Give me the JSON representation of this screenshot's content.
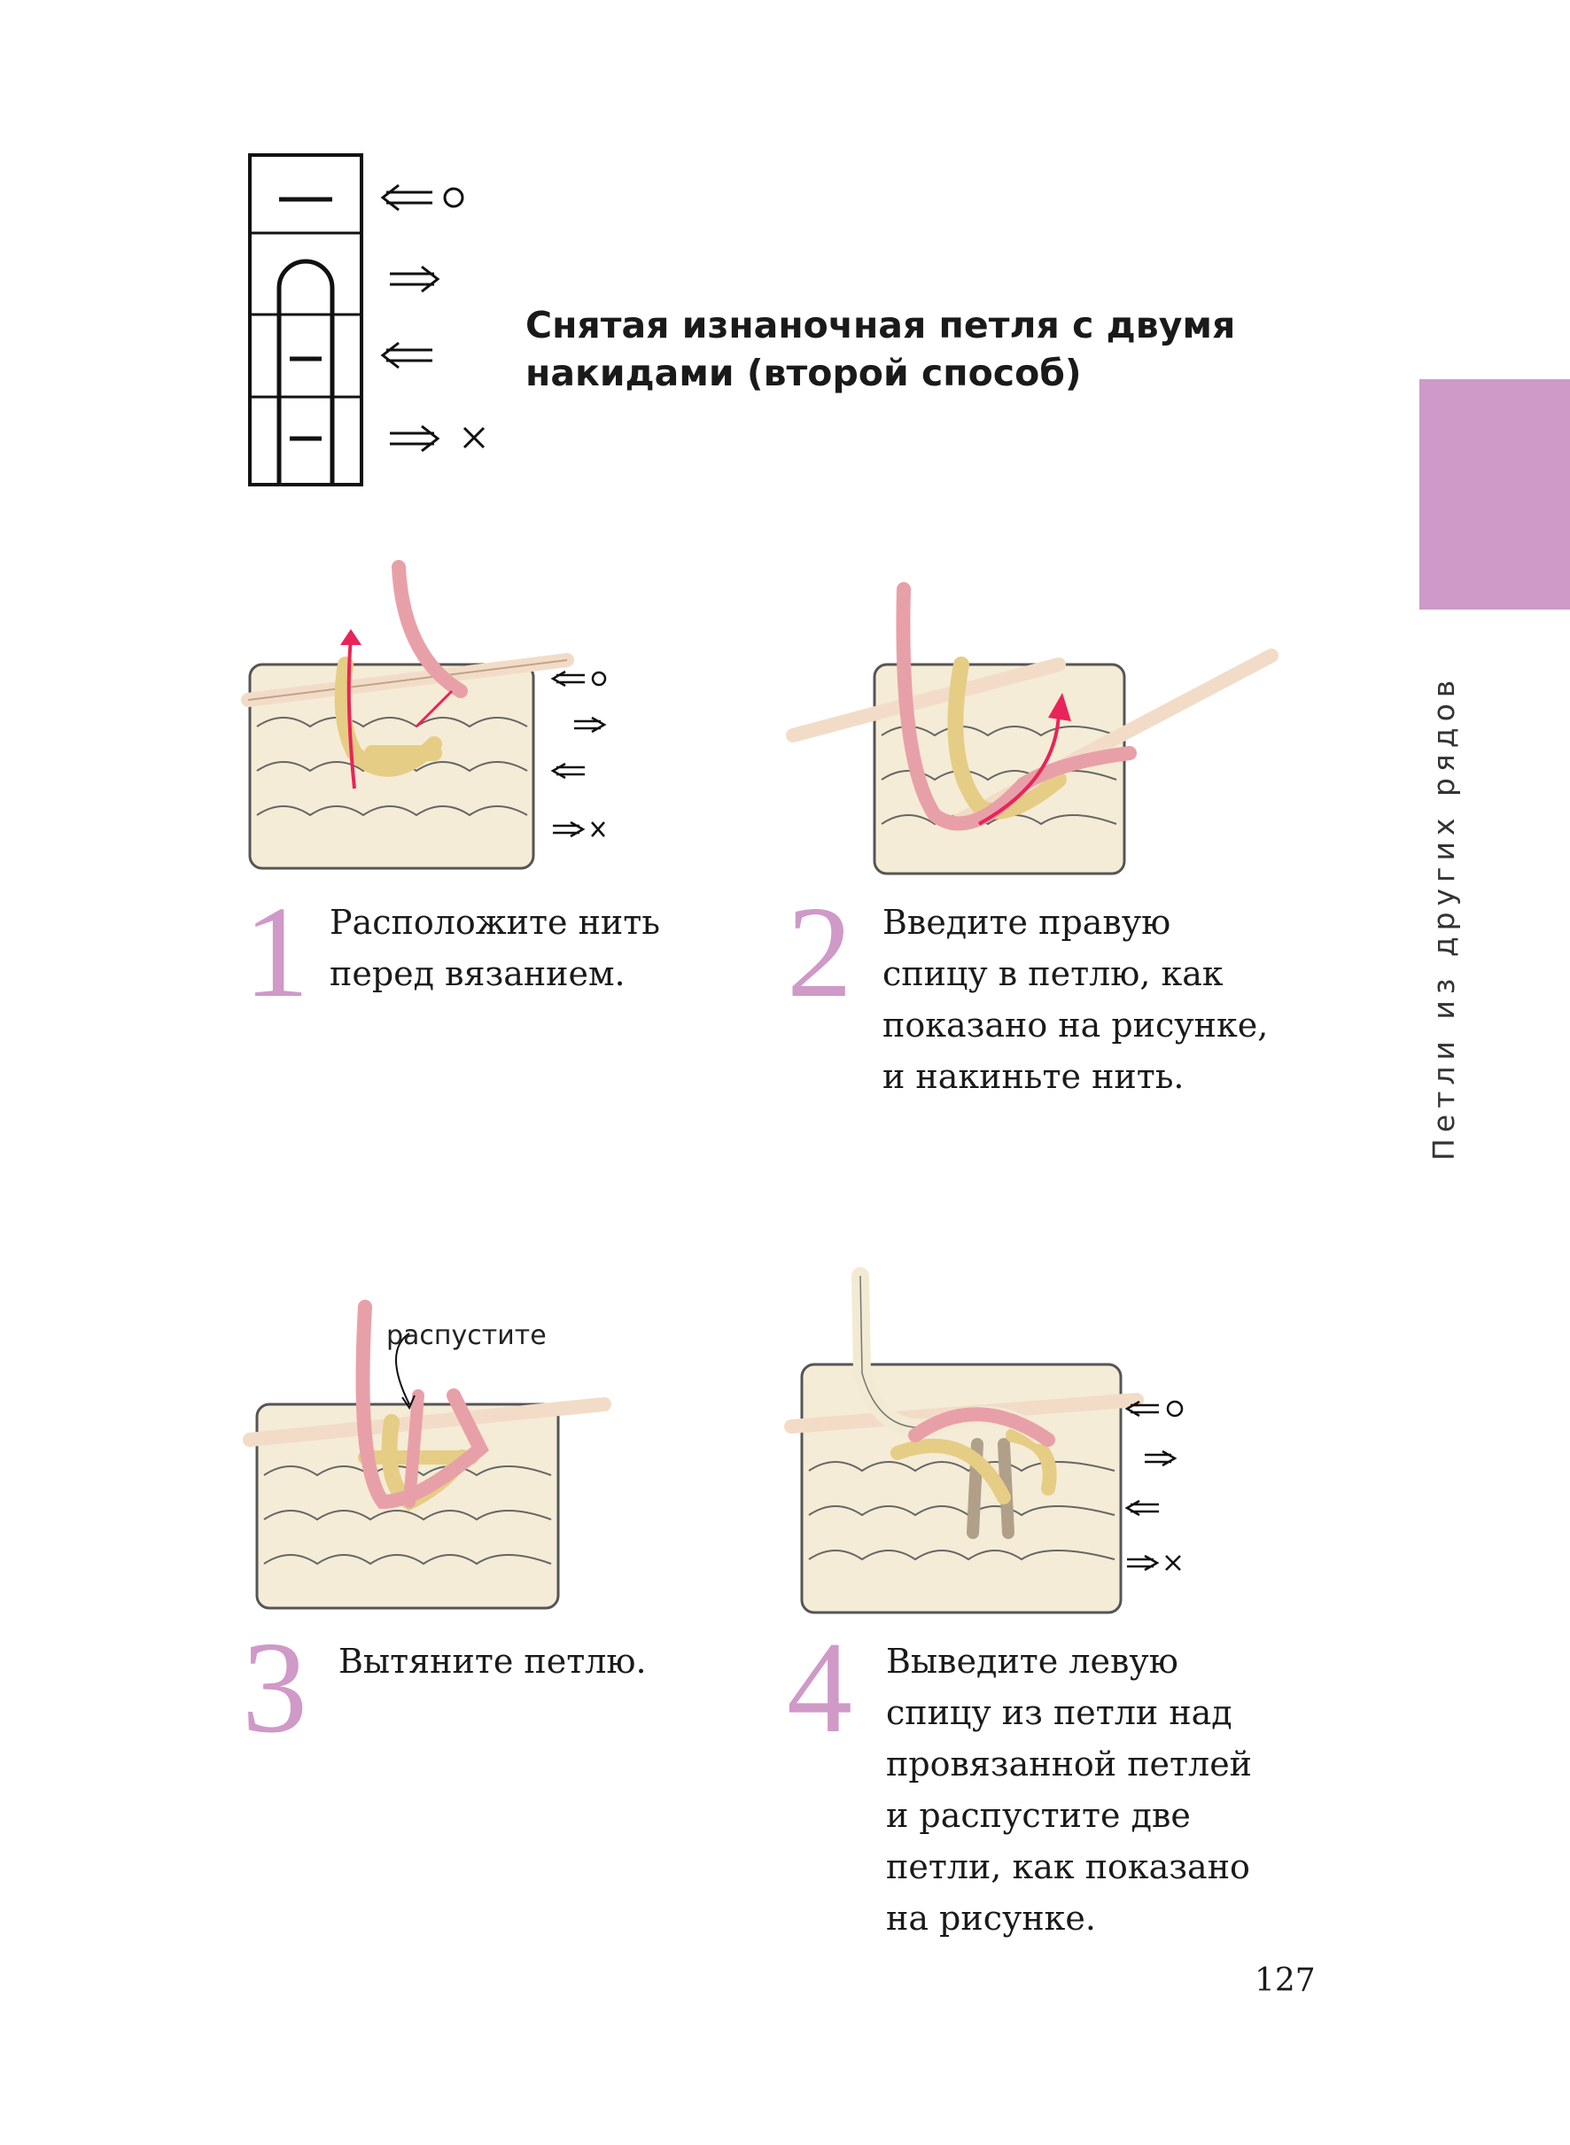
{
  "header": {
    "title_line1": "Снятая изнаночная петля с двумя",
    "title_line2": "накидами (второй способ)"
  },
  "sidebar": {
    "section": "Петли из других рядов"
  },
  "steps": [
    {
      "number": "1",
      "lines": [
        "Расположите нить",
        "перед вязанием."
      ]
    },
    {
      "number": "2",
      "lines": [
        "Введите правую",
        "спицу в петлю, как",
        "показано на рисунке,",
        "и накиньте нить."
      ]
    },
    {
      "number": "3",
      "lines": [
        "Вытяните петлю."
      ]
    },
    {
      "number": "4",
      "lines": [
        "Выведите левую",
        "спицу из петли над",
        "провязанной петлей",
        "и распустите две",
        "петли, как показано",
        "на рисунке."
      ]
    }
  ],
  "figure3": {
    "label": "распустите"
  },
  "page_number": "127",
  "colors": {
    "accent": "#cf99c8",
    "yarn_pink": "#e8a0a8",
    "yarn_yellow": "#e6cd85",
    "fabric": "#f4ecd6",
    "needle": "#f2dcc8"
  }
}
